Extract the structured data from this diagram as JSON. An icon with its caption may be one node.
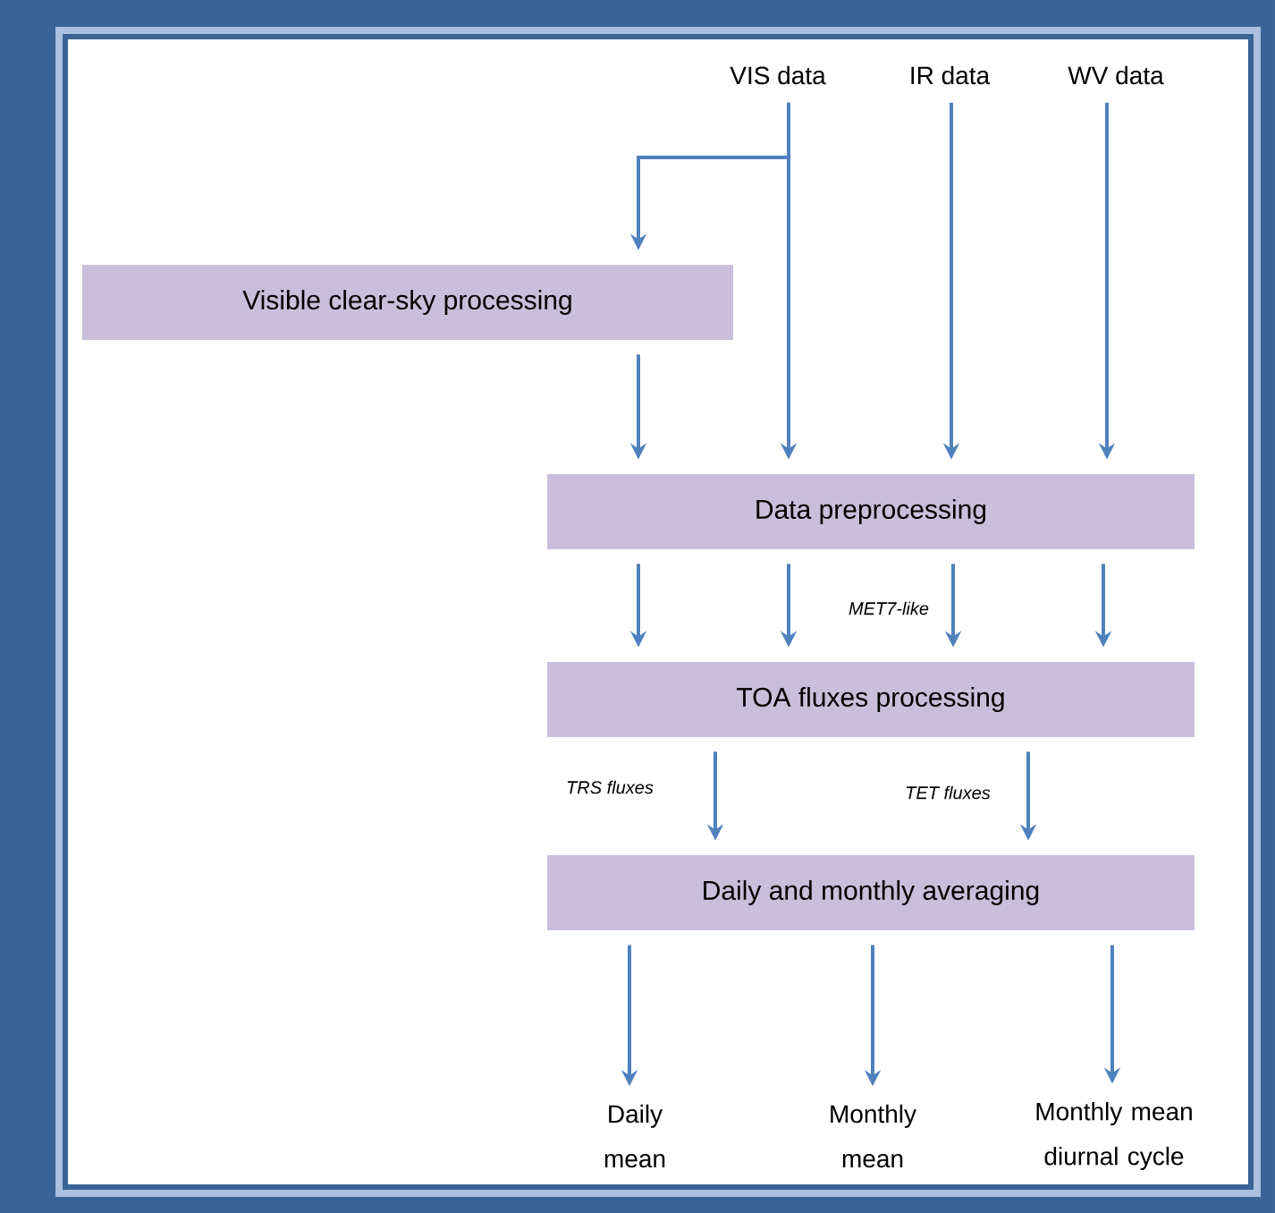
{
  "diagram": {
    "nodes": [
      {
        "text": [
          "VIS data"
        ]
      },
      {
        "text": [
          "IR data"
        ]
      },
      {
        "text": [
          "WV data"
        ]
      },
      {
        "text": [
          "Visible clear-sky processing"
        ]
      },
      {
        "text": [
          "Data preprocessing"
        ]
      },
      {
        "text": [
          "TOA fluxes processing"
        ]
      },
      {
        "text": [
          "Daily and monthly averaging"
        ]
      },
      {
        "text": [
          "Daily mean"
        ]
      },
      {
        "text": [
          "Monthly mean"
        ]
      },
      {
        "text": [
          "Monthly mean diurnal cycle"
        ]
      }
    ],
    "edges": [
      {
        "from": 0,
        "to": 3,
        "arrow": "to"
      },
      {
        "from": 0,
        "to": 4,
        "arrow": "to"
      },
      {
        "from": 1,
        "to": 4,
        "arrow": "to"
      },
      {
        "from": 2,
        "to": 4,
        "arrow": "to"
      },
      {
        "from": 3,
        "to": 4,
        "arrow": "to"
      },
      {
        "from": 4,
        "to": 5,
        "arrow": "to"
      },
      {
        "from": 4,
        "to": 5,
        "arrow": "to"
      },
      {
        "from": 4,
        "to": 5,
        "arrow": "to",
        "label": "MET7-like"
      },
      {
        "from": 4,
        "to": 5,
        "arrow": "to"
      },
      {
        "from": 5,
        "to": 6,
        "arrow": "to",
        "label": "TRS fluxes"
      },
      {
        "from": 5,
        "to": 6,
        "arrow": "to",
        "label": "TET fluxes"
      },
      {
        "from": 6,
        "to": 7,
        "arrow": "to"
      },
      {
        "from": 6,
        "to": 8,
        "arrow": "to"
      },
      {
        "from": 6,
        "to": 9,
        "arrow": "to"
      }
    ]
  }
}
